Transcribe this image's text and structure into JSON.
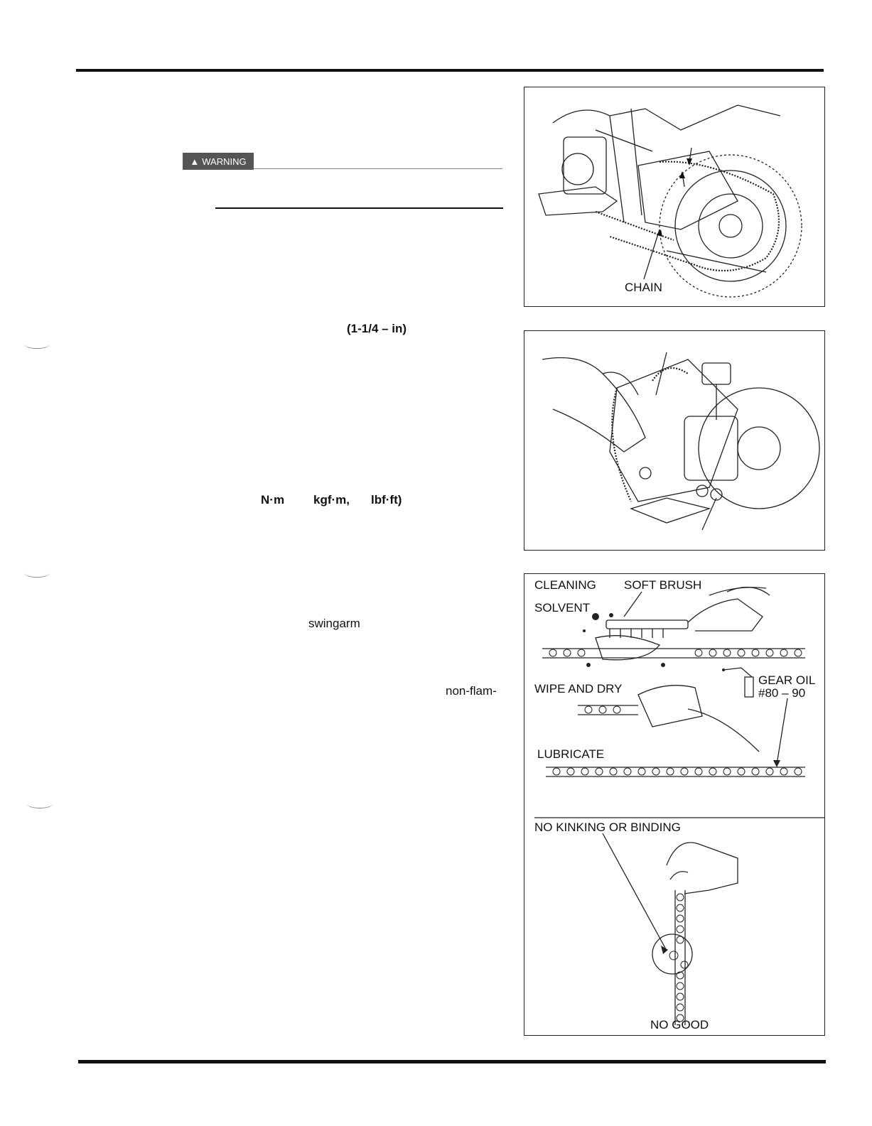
{
  "warning": {
    "label": "WARNING"
  },
  "text_fragments": {
    "chain_slack": "(1-1/4 –         in)",
    "torque_nm": "N·m",
    "torque_kgf": "kgf·m,",
    "torque_lbf": "lbf·ft)",
    "swingarm": "swingarm",
    "nonflam": "non-flam-"
  },
  "figures": {
    "fig1": {
      "chain_label": "CHAIN"
    },
    "fig3": {
      "cleaning": "CLEANING",
      "soft_brush": "SOFT BRUSH",
      "solvent": "SOLVENT",
      "wipe_dry": "WIPE AND DRY",
      "gear_oil": "GEAR OIL",
      "gear_oil_grade": "#80 – 90",
      "lubricate": "LUBRICATE",
      "oil_can": "OIL"
    },
    "fig4": {
      "no_kinking": "NO KINKING OR BINDING",
      "no_good": "NO GOOD"
    }
  }
}
